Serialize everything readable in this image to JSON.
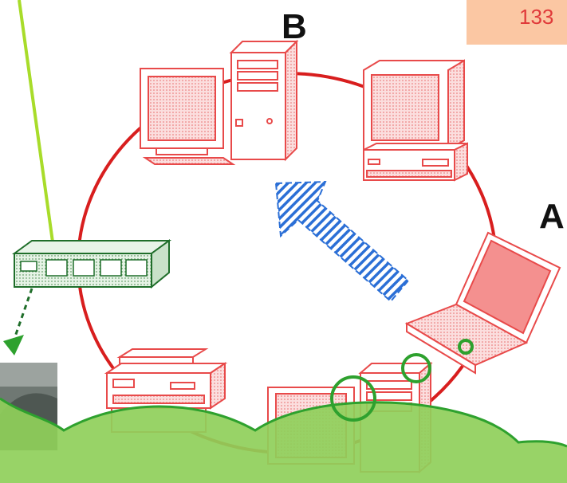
{
  "labels": {
    "b": "B",
    "a": "A"
  },
  "badge_text": "133",
  "colors": {
    "ring": "#d81e1e",
    "device_outline": "#e84a4a",
    "device_fill": "#f9c9c9",
    "switch": "#1f6e2a",
    "link_line": "#a8dc2a",
    "arrow": "#2b6fd6",
    "hill": "#8fcf5a",
    "hill_stroke": "#2ea12e",
    "badge_bg": "#fbc7a3",
    "badge_text": "#e03a3a"
  },
  "devices": [
    {
      "name": "computer-b",
      "kind": "desktop-tower"
    },
    {
      "name": "computer-top-right",
      "kind": "desktop"
    },
    {
      "name": "laptop-a",
      "kind": "laptop"
    },
    {
      "name": "computer-bottom",
      "kind": "desktop-tower"
    },
    {
      "name": "printer",
      "kind": "printer"
    }
  ],
  "switch_icon": "network-switch-icon",
  "arrow_icon": "hatched-arrow-icon"
}
